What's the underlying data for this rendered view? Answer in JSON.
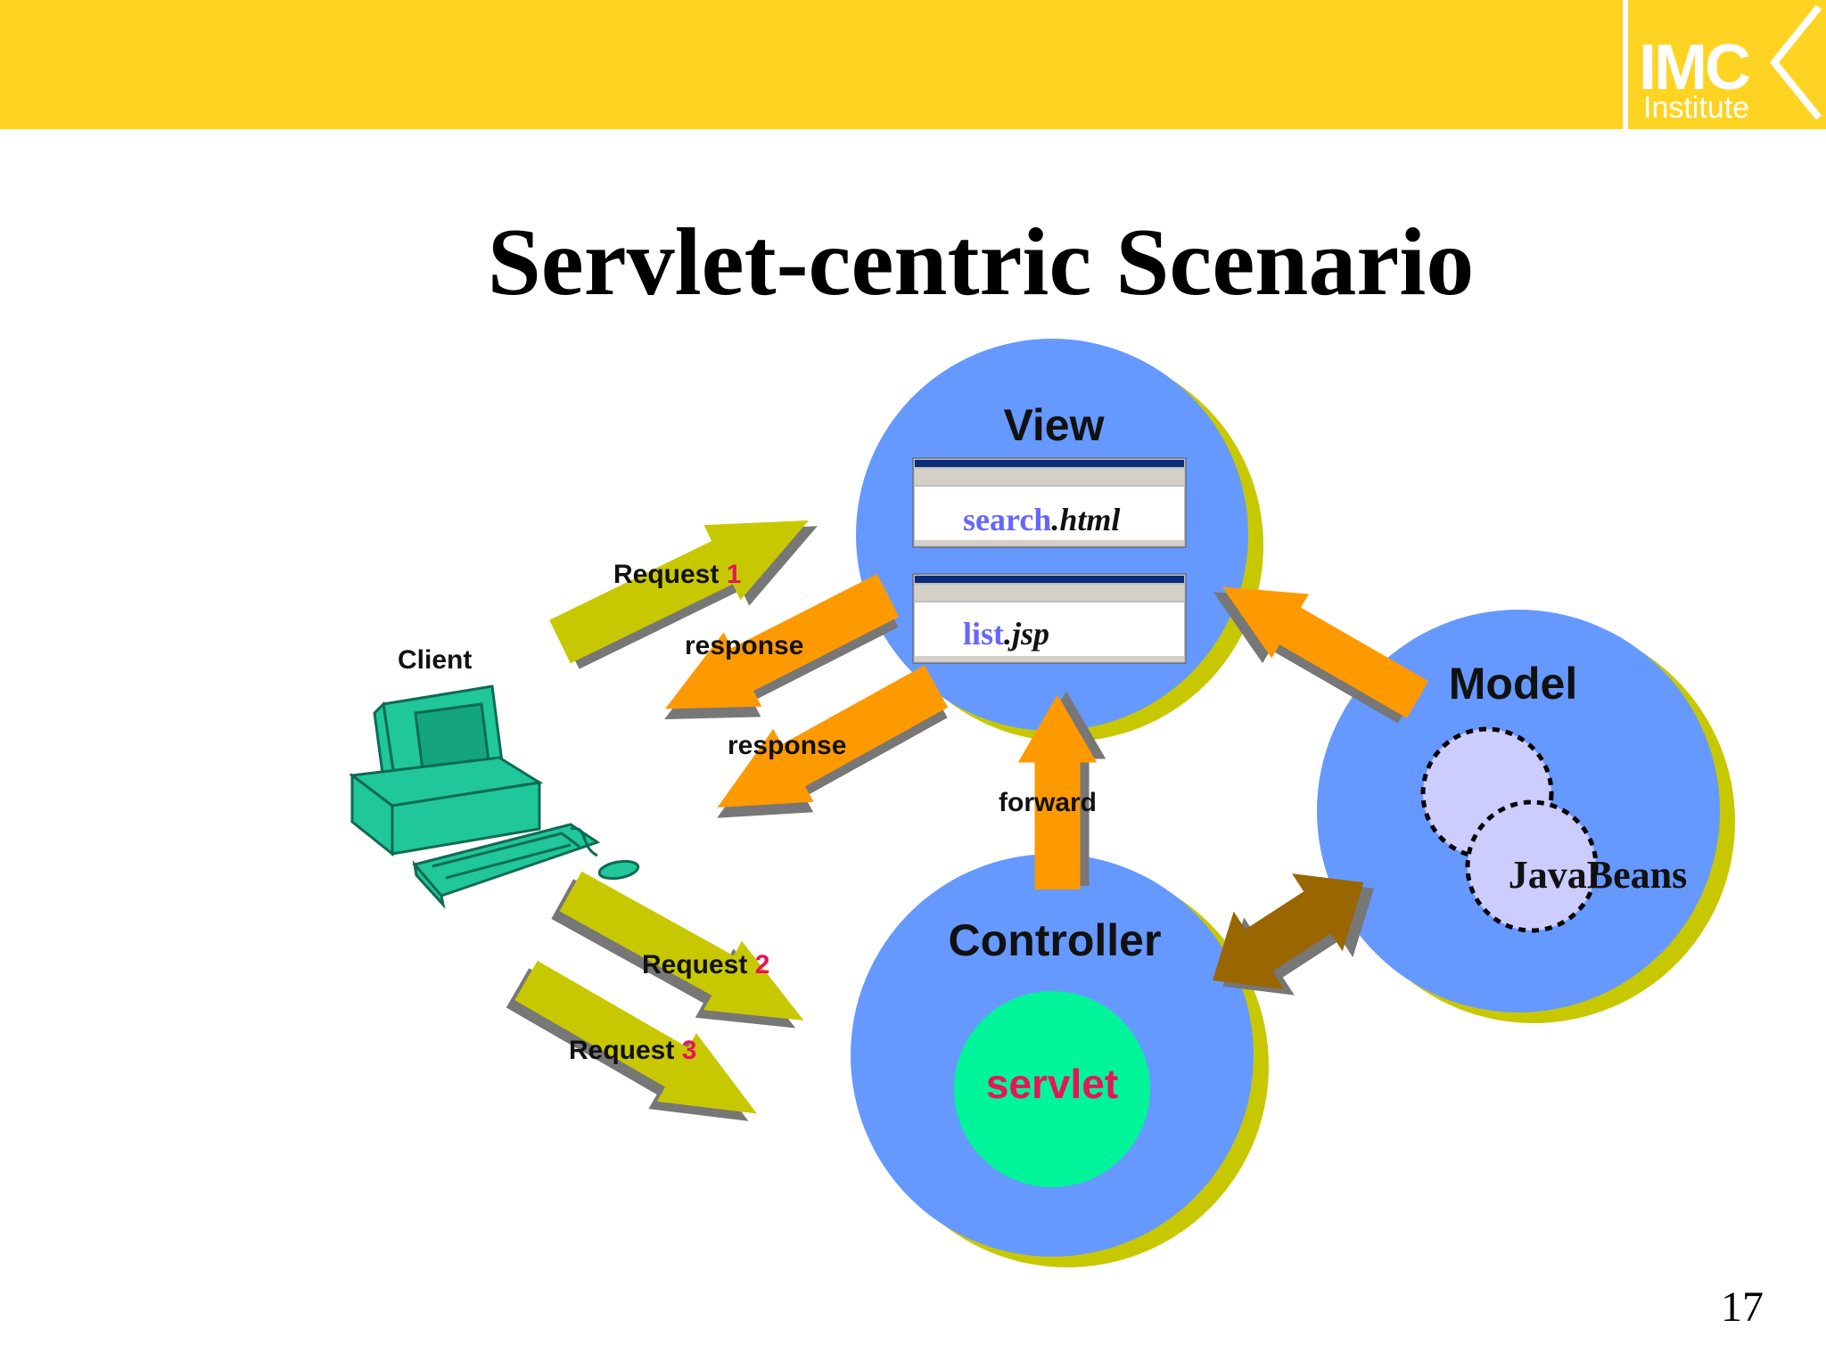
{
  "header": {
    "logo_text": "IMC Institute",
    "bar_color": "#FFD322"
  },
  "title": "Servlet-centric Scenario",
  "page_number": "17",
  "client": {
    "label": "Client"
  },
  "view": {
    "label": "View",
    "page1": {
      "name": "search",
      "ext": ".html"
    },
    "page2": {
      "name": "list",
      "ext": ".jsp"
    }
  },
  "controller": {
    "label": "Controller",
    "servlet": "servlet"
  },
  "model": {
    "label": "Model",
    "beans": "JavaBeans"
  },
  "arrows": {
    "request1": {
      "text": "Request ",
      "num": "1"
    },
    "request2": {
      "text": "Request ",
      "num": "2"
    },
    "request3": {
      "text": "Request ",
      "num": "3"
    },
    "response1": "response",
    "response2": "response",
    "forward": "forward"
  },
  "colors": {
    "circle": "#6699FF",
    "circle_shadow": "#C8C800",
    "servlet": "#00F59A",
    "servlet_text": "#E8145A",
    "request_arrow": "#C8C800",
    "response_arrow": "#FF9900",
    "bidir_arrow": "#996600",
    "computer": "#1FC79A",
    "beans": "#CCCCFF",
    "filename": "#6666FF",
    "number_red": "#E8145A"
  }
}
